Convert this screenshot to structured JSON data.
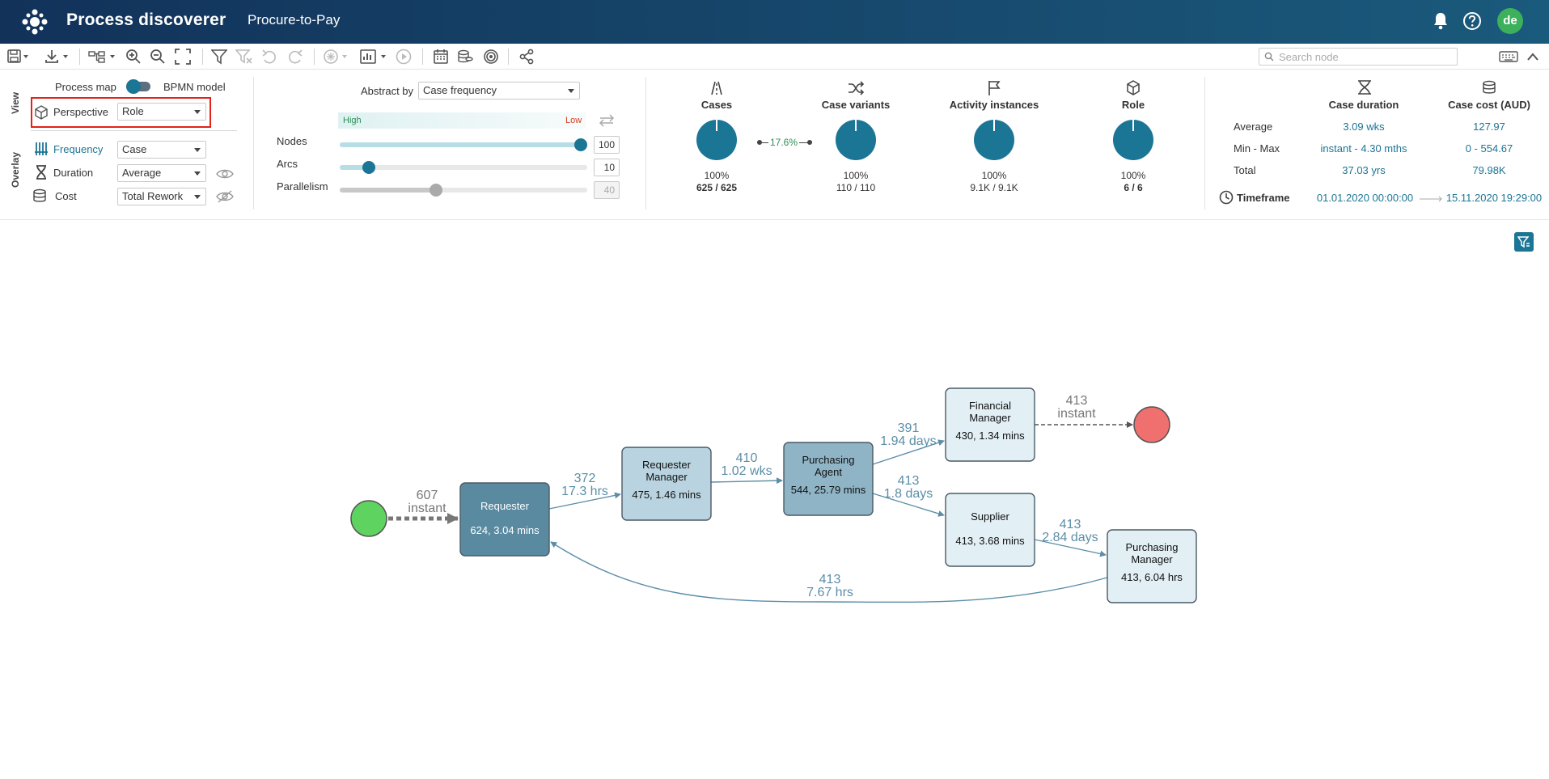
{
  "header": {
    "app_title": "Process discoverer",
    "project_title": "Procure-to-Pay",
    "avatar_initials": "de"
  },
  "toolbar": {
    "search_placeholder": "Search node",
    "icons": [
      "save-icon",
      "download-icon",
      "layout-icon",
      "zoom-in-icon",
      "zoom-out-icon",
      "fit-screen-icon",
      "filter-icon",
      "clear-filter-icon",
      "undo-icon",
      "redo-icon",
      "animation-icon",
      "chart-icon",
      "play-icon",
      "calendar-icon",
      "cost-icon",
      "target-icon",
      "share-icon",
      "keyboard-icon",
      "collapse-icon"
    ]
  },
  "view": {
    "section_label": "View",
    "process_map_label": "Process map",
    "bpmn_label": "BPMN model",
    "perspective_label": "Perspective",
    "perspective_value": "Role"
  },
  "overlay": {
    "section_label": "Overlay",
    "frequency_label": "Frequency",
    "frequency_value": "Case",
    "duration_label": "Duration",
    "duration_value": "Average",
    "cost_label": "Cost",
    "cost_value": "Total Rework"
  },
  "abstraction": {
    "abstract_by_label": "Abstract by",
    "abstract_by_value": "Case frequency",
    "high_label": "High",
    "low_label": "Low",
    "sliders": [
      {
        "label": "Nodes",
        "value": "100",
        "level": 1.0,
        "disabled": false
      },
      {
        "label": "Arcs",
        "value": "10",
        "level": 0.12,
        "disabled": false
      },
      {
        "label": "Parallelism",
        "value": "40",
        "level": 0.4,
        "disabled": true
      }
    ]
  },
  "stats": {
    "link_pct": "17.6%",
    "columns": [
      {
        "icon": "road-icon",
        "title": "Cases",
        "pct": "100%",
        "value": "625 / 625",
        "bold": true
      },
      {
        "icon": "shuffle-icon",
        "title": "Case variants",
        "pct": "100%",
        "value": "110 / 110",
        "bold": false
      },
      {
        "icon": "flag-icon",
        "title": "Activity instances",
        "pct": "100%",
        "value": "9.1K / 9.1K",
        "bold": false
      },
      {
        "icon": "cube-icon",
        "title": "Role",
        "pct": "100%",
        "value": "6 / 6",
        "bold": true
      }
    ]
  },
  "case_metrics": {
    "duration_header": "Case duration",
    "cost_header": "Case cost (AUD)",
    "rows": [
      {
        "label": "Average",
        "duration": "3.09 wks",
        "cost": "127.97"
      },
      {
        "label": "Min - Max",
        "duration": "instant - 4.30 mths",
        "cost": "0 - 554.67"
      },
      {
        "label": "Total",
        "duration": "37.03 yrs",
        "cost": "79.98K"
      }
    ],
    "timeframe_label": "Timeframe",
    "timeframe_start": "01.01.2020 00:00:00",
    "timeframe_end": "15.11.2020 19:29:00"
  },
  "process_map": {
    "nodes": [
      {
        "id": "requester",
        "name": [
          "Requester"
        ],
        "stats": "624, 3.04 mins",
        "fill": "#5a8aa0",
        "dark": true
      },
      {
        "id": "requester-manager",
        "name": [
          "Requester",
          "Manager"
        ],
        "stats": "475, 1.46 mins",
        "fill": "#b9d4e0",
        "dark": false
      },
      {
        "id": "purchasing-agent",
        "name": [
          "Purchasing",
          "Agent"
        ],
        "stats": "544, 25.79 mins",
        "fill": "#8fb4c6",
        "dark": false
      },
      {
        "id": "financial-manager",
        "name": [
          "Financial",
          "Manager"
        ],
        "stats": "430, 1.34 mins",
        "fill": "#e2eff5",
        "dark": false
      },
      {
        "id": "supplier",
        "name": [
          "Supplier"
        ],
        "stats": "413, 3.68 mins",
        "fill": "#e2eff5",
        "dark": false
      },
      {
        "id": "purchasing-manager",
        "name": [
          "Purchasing",
          "Manager"
        ],
        "stats": "413, 6.04 hrs",
        "fill": "#e2eff5",
        "dark": false
      }
    ],
    "arcs": [
      {
        "from": "start",
        "to": "requester",
        "count": "607",
        "duration": "instant"
      },
      {
        "from": "requester",
        "to": "requester-manager",
        "count": "372",
        "duration": "17.3 hrs"
      },
      {
        "from": "requester-manager",
        "to": "purchasing-agent",
        "count": "410",
        "duration": "1.02 wks"
      },
      {
        "from": "purchasing-agent",
        "to": "financial-manager",
        "count": "391",
        "duration": "1.94 days"
      },
      {
        "from": "purchasing-agent",
        "to": "supplier",
        "count": "413",
        "duration": "1.8 days"
      },
      {
        "from": "financial-manager",
        "to": "end",
        "count": "413",
        "duration": "instant"
      },
      {
        "from": "supplier",
        "to": "purchasing-manager",
        "count": "413",
        "duration": "2.84 days"
      },
      {
        "from": "purchasing-manager",
        "to": "requester",
        "count": "413",
        "duration": "7.67 hrs"
      }
    ],
    "colors": {
      "start": "#5fd35f",
      "end": "#f07070",
      "arc": "#5c8ea8",
      "start_arc": "#777777"
    }
  }
}
